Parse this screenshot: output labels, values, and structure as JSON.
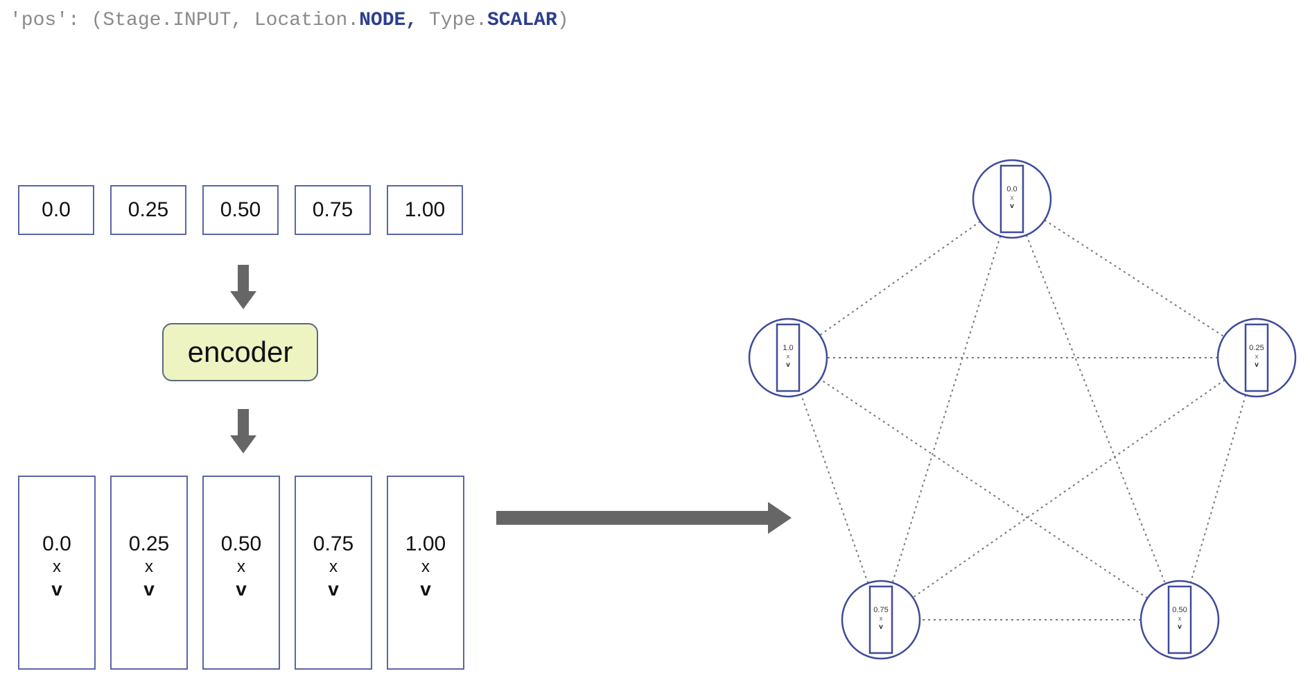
{
  "code": {
    "prefix": "'pos': (Stage.INPUT, Location.",
    "location": "NODE,",
    "middle": " Type.",
    "type": "SCALAR",
    "suffix": ")"
  },
  "inputs": [
    "0.0",
    "0.25",
    "0.50",
    "0.75",
    "1.00"
  ],
  "encoder_label": "encoder",
  "outputs": [
    {
      "value": "0.0",
      "times": "x",
      "vector": "v"
    },
    {
      "value": "0.25",
      "times": "x",
      "vector": "v"
    },
    {
      "value": "0.50",
      "times": "x",
      "vector": "v"
    },
    {
      "value": "0.75",
      "times": "x",
      "vector": "v"
    },
    {
      "value": "1.00",
      "times": "x",
      "vector": "v"
    }
  ],
  "graph_nodes": [
    {
      "value": "0.0",
      "times": "x",
      "vector": "v"
    },
    {
      "value": "0.25",
      "times": "x",
      "vector": "v"
    },
    {
      "value": "0.50",
      "times": "x",
      "vector": "v"
    },
    {
      "value": "0.75",
      "times": "x",
      "vector": "v"
    },
    {
      "value": "1.0",
      "times": "x",
      "vector": "v"
    }
  ],
  "colors": {
    "box_border": "#5a65a8",
    "node_border": "#3f4a9a",
    "encoder_fill": "#eef3c2",
    "arrow": "#666666",
    "edge": "#777777",
    "code_keyword": "#2d3e8f",
    "code_text": "#8a8a8a"
  }
}
